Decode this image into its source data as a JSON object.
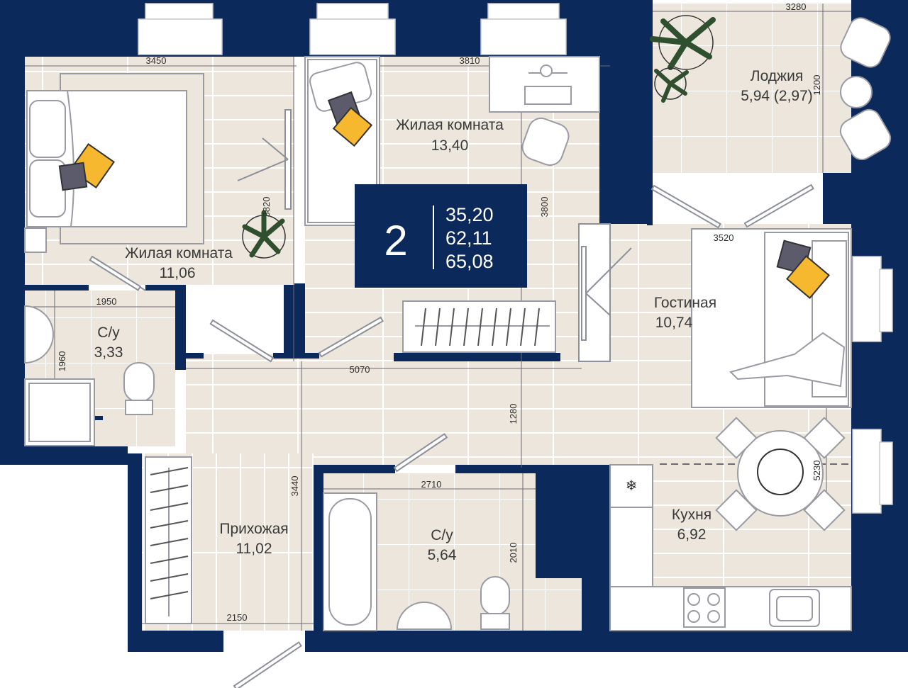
{
  "colors": {
    "wall": "#0b2a5b",
    "floor": "#ece6dc",
    "floor_line": "#ffffff",
    "accent_yellow": "#f5b82e",
    "accent_gray": "#5b5b6b",
    "furniture_stroke": "#9a9aa2"
  },
  "badge": {
    "rooms": "2",
    "living_area": "35,20",
    "total_area": "62,11",
    "total_area_with_loggia": "65,08"
  },
  "rooms": {
    "bedroom_left": {
      "name": "Жилая комната",
      "area": "11,06"
    },
    "bedroom_center": {
      "name": "Жилая комната",
      "area": "13,40"
    },
    "loggia": {
      "name": "Лоджия",
      "area": "5,94 (2,97)"
    },
    "living": {
      "name": "Гостиная",
      "area": "10,74"
    },
    "bathroom_small": {
      "name": "С/у",
      "area": "3,33"
    },
    "hallway": {
      "name": "Прихожая",
      "area": "11,02"
    },
    "bathroom_large": {
      "name": "С/у",
      "area": "5,64"
    },
    "kitchen": {
      "name": "Кухня",
      "area": "6,92"
    }
  },
  "dimensions": {
    "d3450": "3450",
    "d3810": "3810",
    "d3280": "3280",
    "d3820": "3820",
    "d3800": "3800",
    "d1200": "1200",
    "d3520": "3520",
    "d1950": "1950",
    "d1960": "1960",
    "d5070": "5070",
    "d1280": "1280",
    "d5230": "5230",
    "d3440": "3440",
    "d2710": "2710",
    "d2010": "2010",
    "d2150": "2150"
  }
}
